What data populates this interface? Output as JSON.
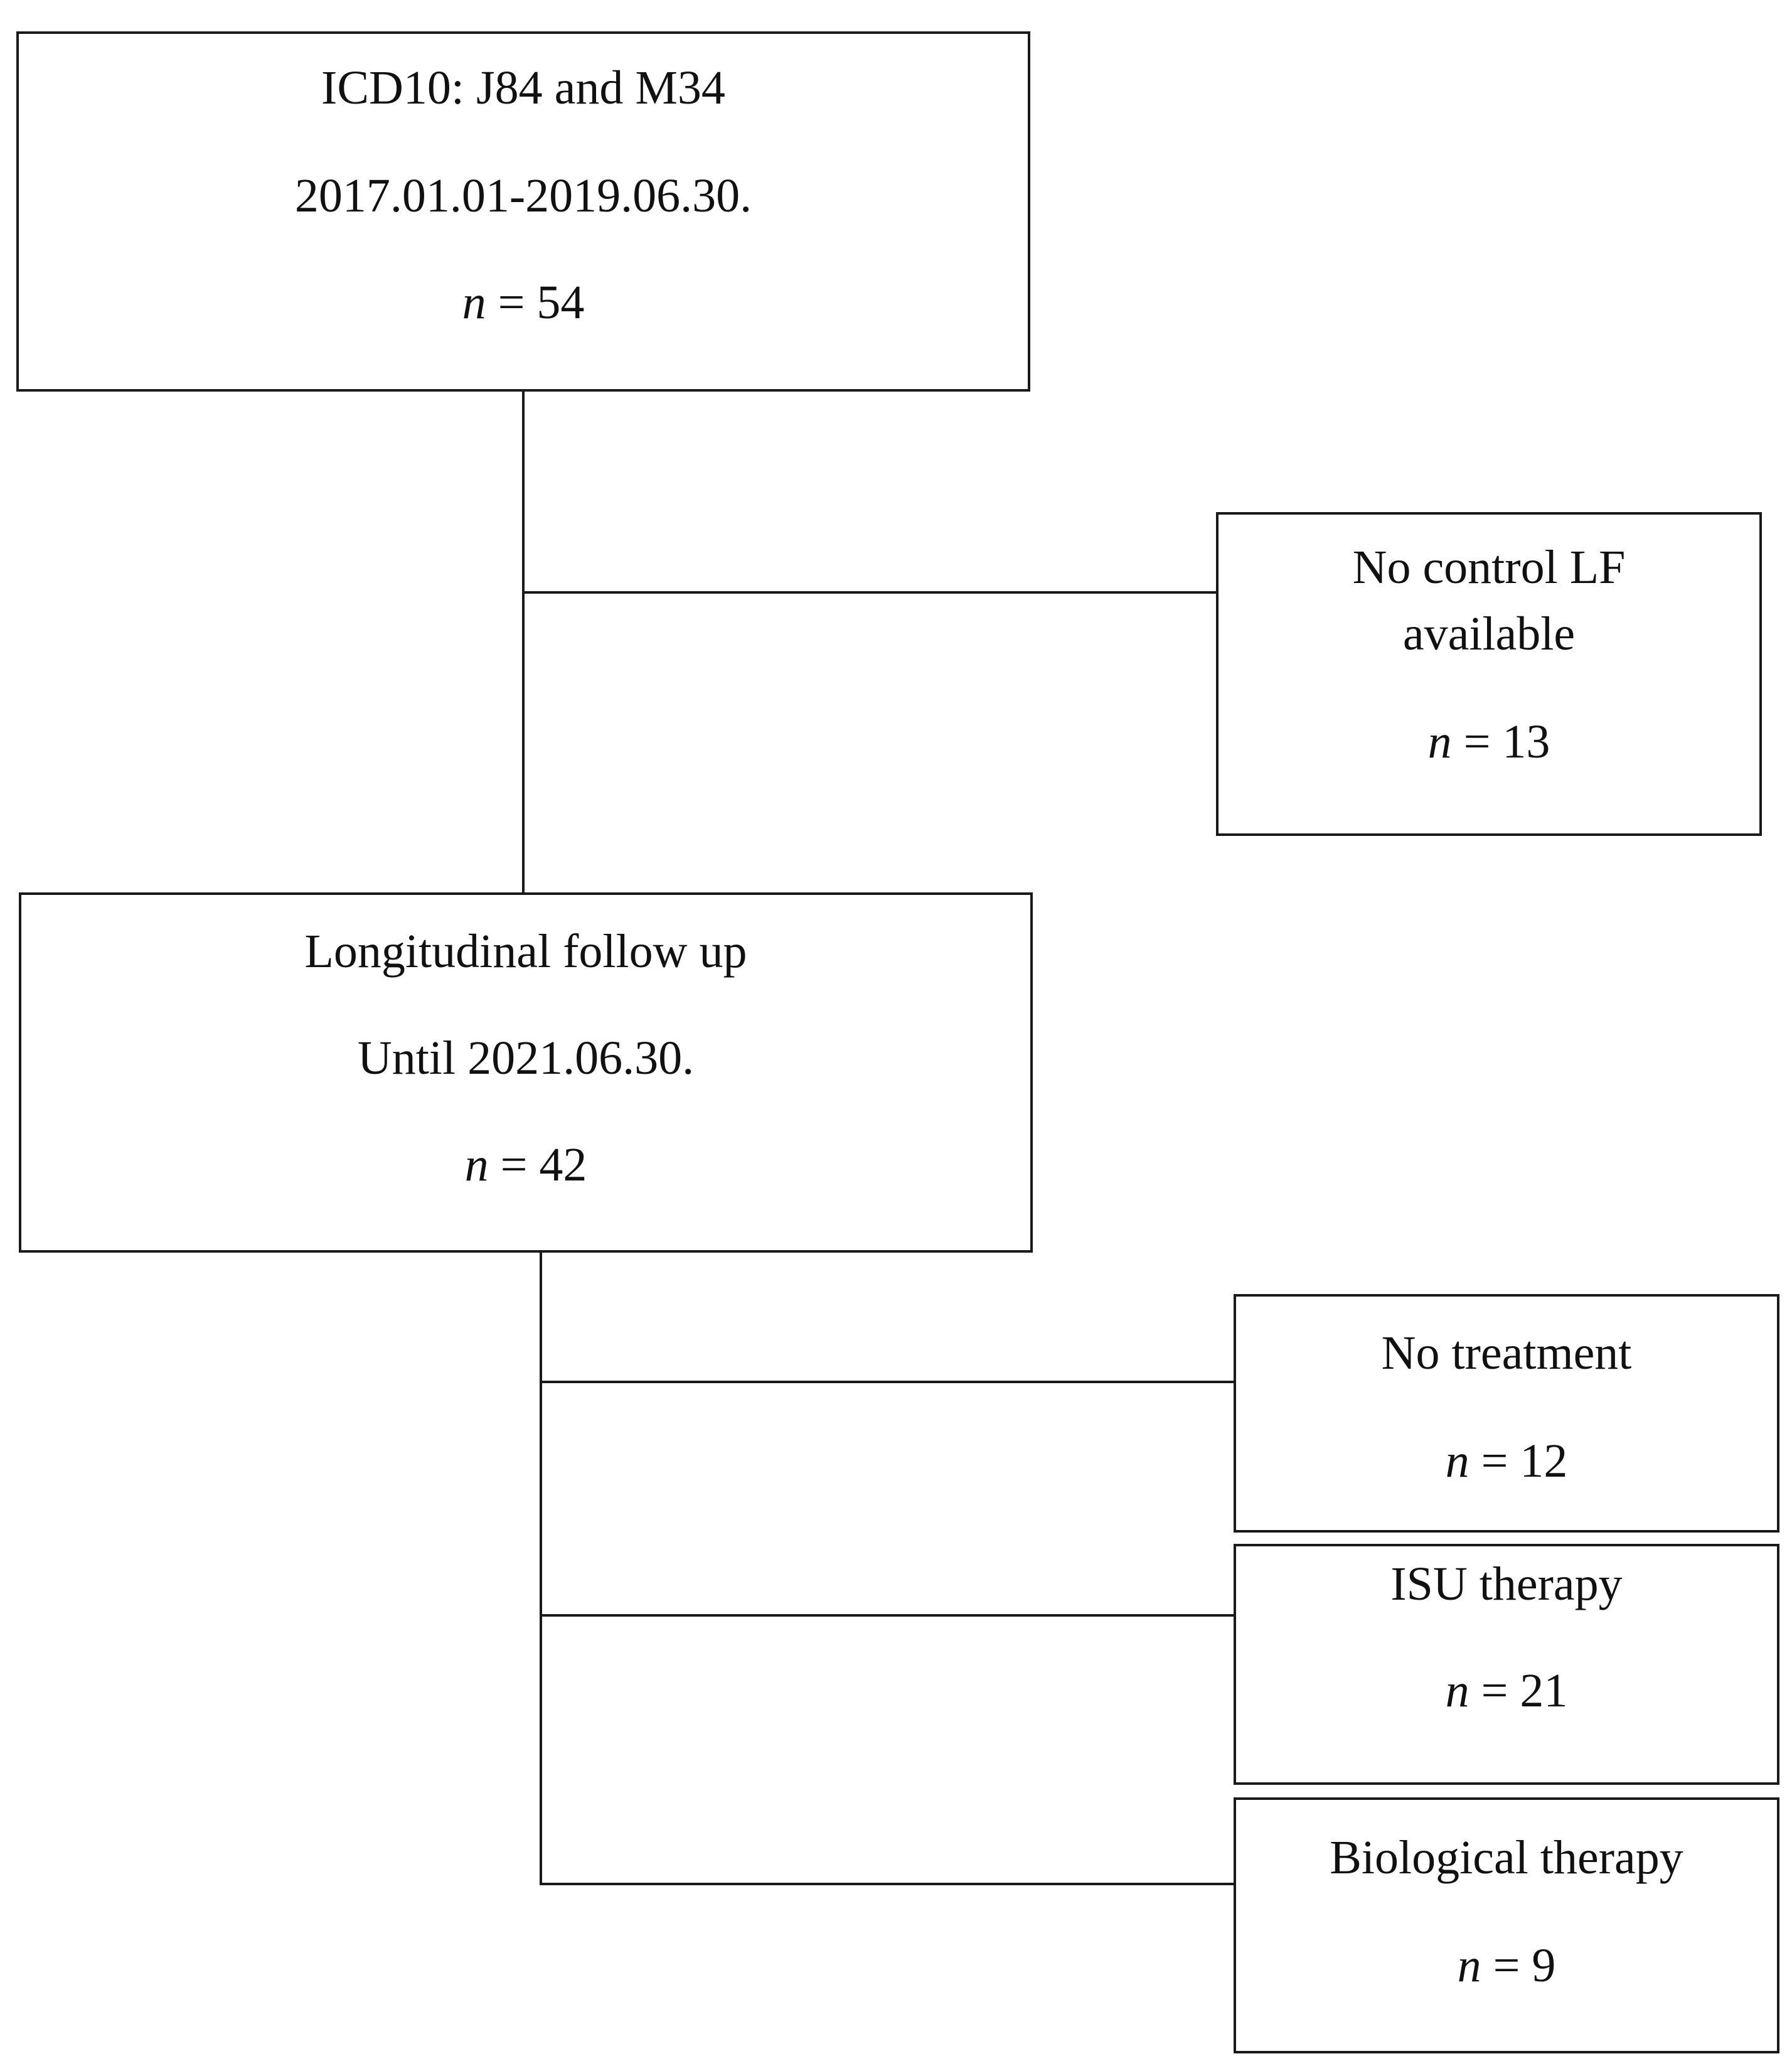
{
  "boxes": {
    "cohort": {
      "line1": "ICD10: J84 and M34",
      "line2": "2017.01.01-2019.06.30.",
      "n_label": "n",
      "n_rest": " = 54"
    },
    "excluded": {
      "line1": "No control LF",
      "line2": "available",
      "n_label": "n",
      "n_rest": " = 13"
    },
    "followup": {
      "line1": "Longitudinal follow up",
      "line2": "Until 2021.06.30.",
      "n_label": "n",
      "n_rest": " = 42"
    },
    "no_treatment": {
      "line1": "No treatment",
      "n_label": "n",
      "n_rest": " = 12"
    },
    "isu_therapy": {
      "line1": "ISU therapy",
      "n_label": "n",
      "n_rest": " = 21"
    },
    "biological_therapy": {
      "line1": "Biological therapy",
      "n_label": "n",
      "n_rest": " = 9"
    }
  },
  "colors": {
    "stroke": "#1a1a1a",
    "background": "#ffffff"
  }
}
